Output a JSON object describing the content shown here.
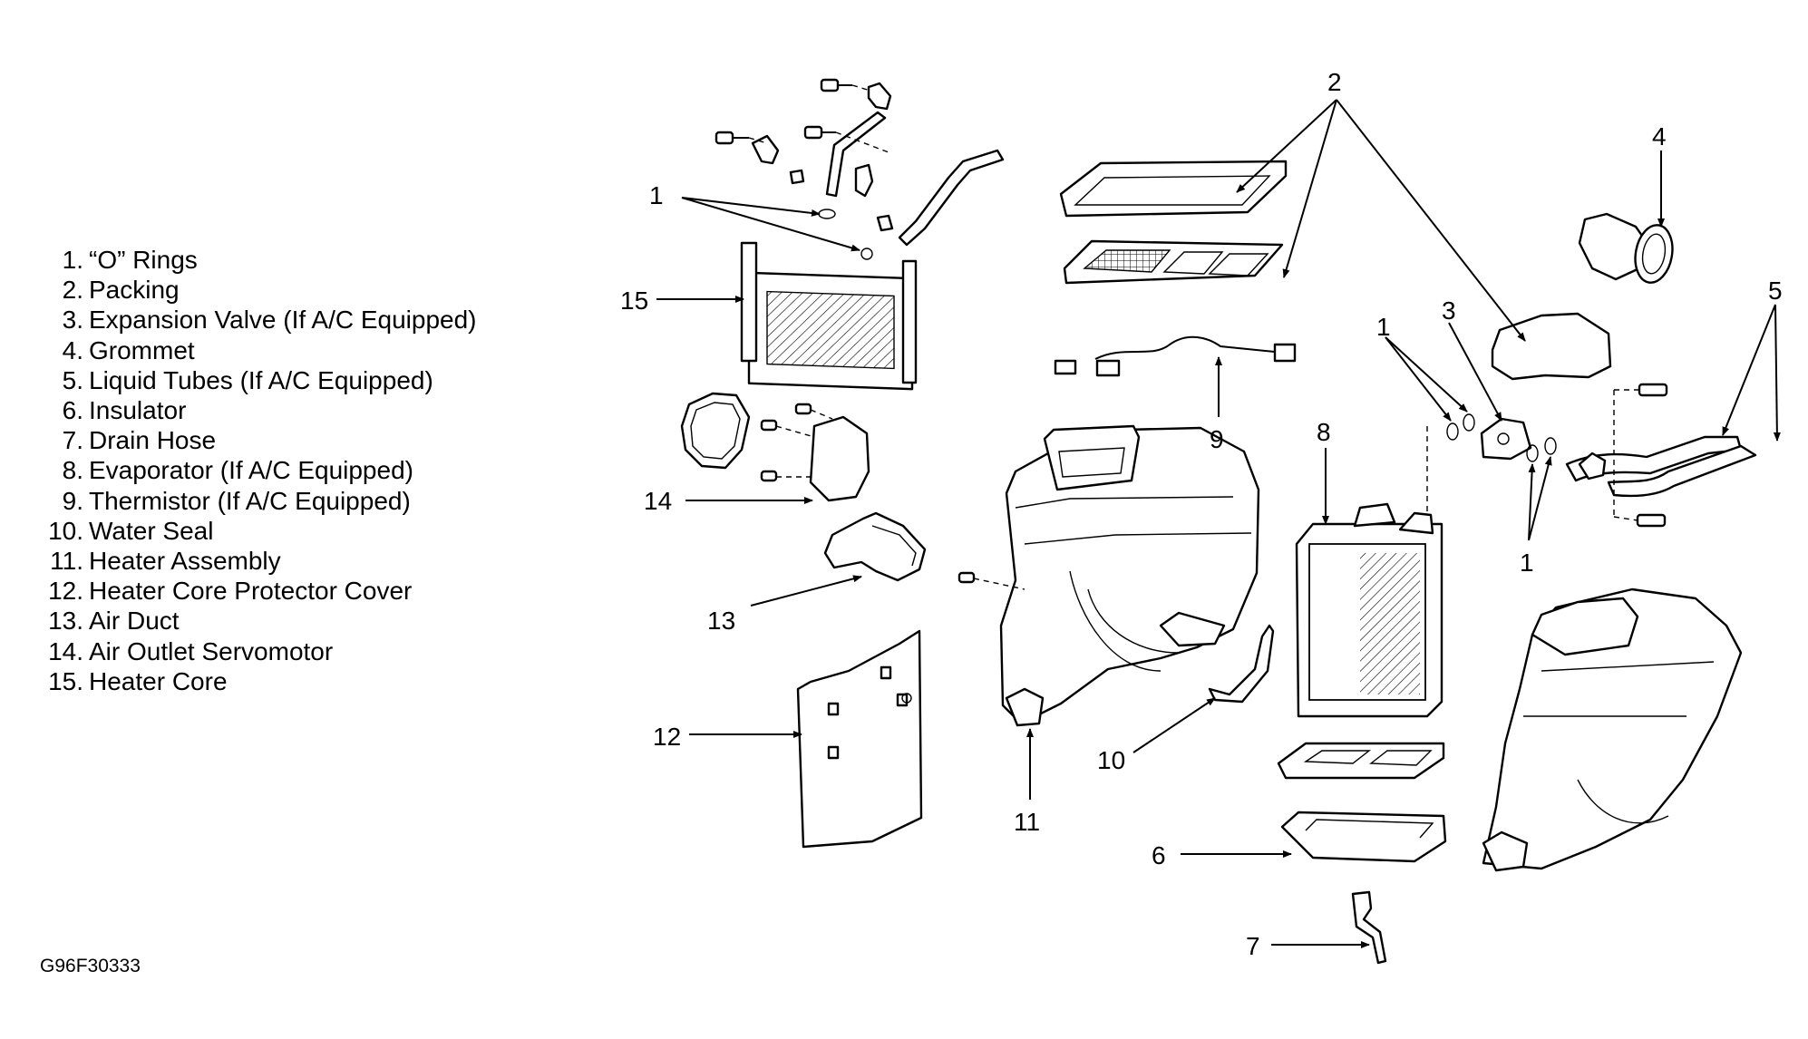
{
  "legend": {
    "items": [
      {
        "num": "1.",
        "label": "“O” Rings"
      },
      {
        "num": "2.",
        "label": "Packing"
      },
      {
        "num": "3.",
        "label": "Expansion Valve (If A/C Equipped)"
      },
      {
        "num": "4.",
        "label": "Grommet"
      },
      {
        "num": "5.",
        "label": "Liquid Tubes (If A/C Equipped)"
      },
      {
        "num": "6.",
        "label": "Insulator"
      },
      {
        "num": "7.",
        "label": "Drain Hose"
      },
      {
        "num": "8.",
        "label": "Evaporator (If A/C Equipped)"
      },
      {
        "num": "9.",
        "label": "Thermistor (If A/C Equipped)"
      },
      {
        "num": "10.",
        "label": "Water Seal"
      },
      {
        "num": "11.",
        "label": "Heater Assembly"
      },
      {
        "num": "12.",
        "label": "Heater Core Protector Cover"
      },
      {
        "num": "13.",
        "label": "Air Duct"
      },
      {
        "num": "14.",
        "label": "Air Outlet Servomotor"
      },
      {
        "num": "15.",
        "label": "Heater Core"
      }
    ]
  },
  "callouts": {
    "c1_left": "1",
    "c1_right_top": "1",
    "c1_right_bottom": "1",
    "c2": "2",
    "c3": "3",
    "c4": "4",
    "c5": "5",
    "c6": "6",
    "c7": "7",
    "c8": "8",
    "c9": "9",
    "c10": "10",
    "c11": "11",
    "c12": "12",
    "c13": "13",
    "c14": "14",
    "c15": "15"
  },
  "figure_code": "G96F30333"
}
